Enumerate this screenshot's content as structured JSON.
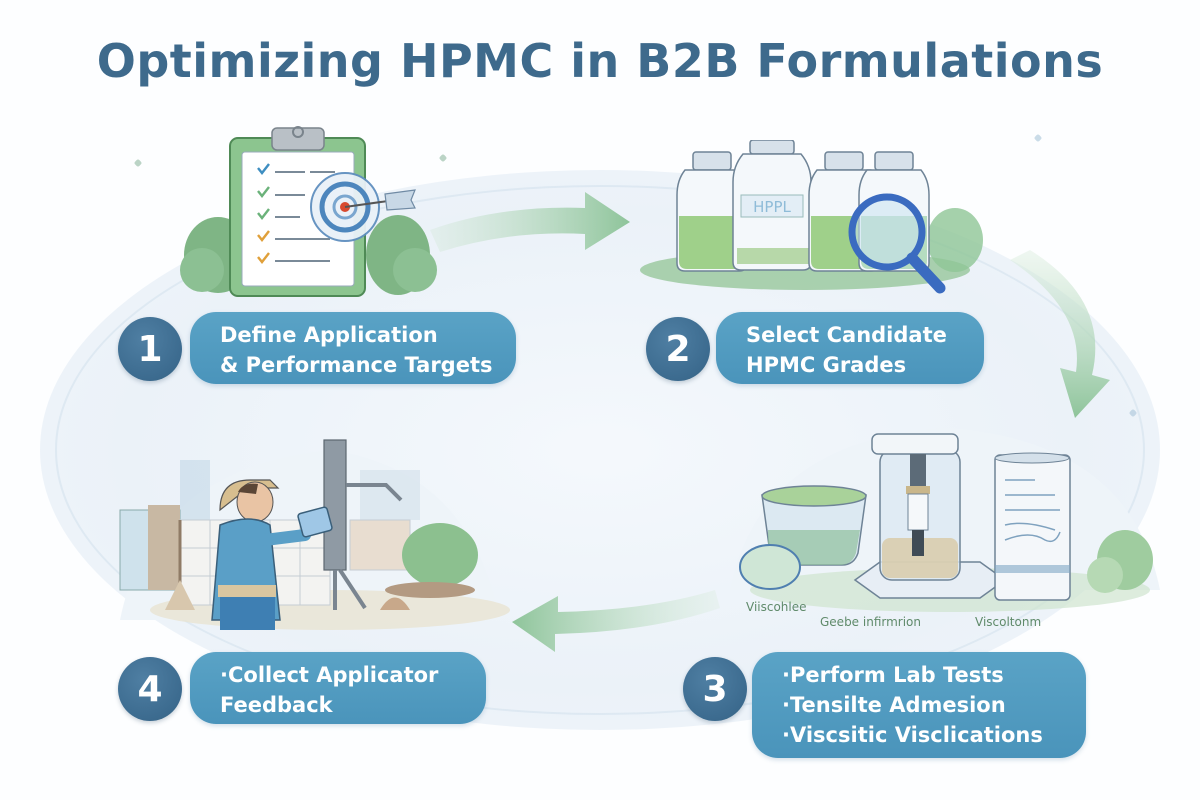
{
  "title": "Optimizing HPMC in B2B Formulations",
  "colors": {
    "title": "#3e6a8c",
    "badge": "#3c6b8f",
    "pill": "#4f9bc1",
    "arrow": "#8ec49a",
    "foliage": "#7fb585",
    "background": "#eef4f9"
  },
  "steps": [
    {
      "number": "1",
      "lines": [
        "Define Application",
        "& Performance Targets"
      ],
      "illustration": "clipboard-with-checklist-and-target"
    },
    {
      "number": "2",
      "lines": [
        "Select Candidate",
        "HPMC Grades"
      ],
      "illustration": "sample-bottles-with-magnifier",
      "bottle_label": "HPPL"
    },
    {
      "number": "3",
      "lines": [
        "·Perform Lab Tests",
        "·Tensilte Admesion",
        "·Viscsitic Visclications"
      ],
      "illustration": "lab-equipment-viscometer-chart",
      "captions": [
        "Viiscohlee",
        "Geebe infirmrion",
        "Viscoltonm"
      ]
    },
    {
      "number": "4",
      "lines": [
        "·Collect Applicator",
        "Feedback"
      ],
      "illustration": "worker-with-tablet-on-site"
    }
  ],
  "arrows": [
    {
      "from": "1",
      "to": "2",
      "direction": "right"
    },
    {
      "from": "2",
      "to": "3",
      "direction": "down"
    },
    {
      "from": "3",
      "to": "4",
      "direction": "left"
    }
  ]
}
